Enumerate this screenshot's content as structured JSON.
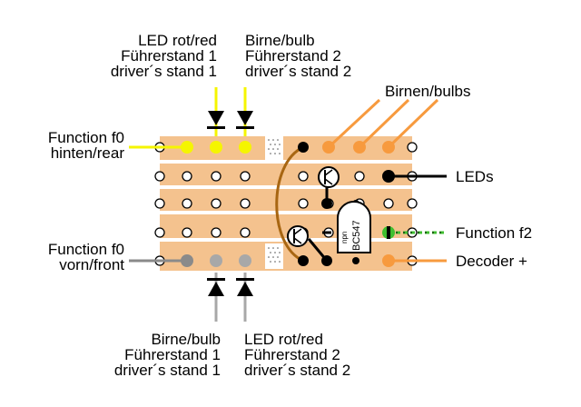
{
  "labels": {
    "led_rot_top": [
      "LED rot/red",
      "Führerstand 1",
      "driver´s stand 1"
    ],
    "birne_top": [
      "Birne/bulb",
      "Führerstand 2",
      "driver´s stand 2"
    ],
    "birnen_bulbs": "Birnen/bulbs",
    "function_f0_rear": [
      "Function f0",
      "hinten/rear"
    ],
    "leds": "LEDs",
    "function_f2": "Function f2",
    "function_f0_front": [
      "Function f0",
      "vorn/front"
    ],
    "decoder_plus": "Decoder +",
    "birne_bottom": [
      "Birne/bulb",
      "Führerstand 1",
      "driver´s stand 1"
    ],
    "led_rot_bottom": [
      "LED rot/red",
      "Führerstand 2",
      "driver´s stand 2"
    ],
    "transistor": [
      "npn",
      "BC547"
    ]
  },
  "colors": {
    "board": "#f4c28e",
    "gap": "#ffffff",
    "yellow": "#f5f500",
    "orange": "#f79a3e",
    "gray": "#a8a8a8",
    "dark_gray": "#8a8a8a",
    "green": "#3fbf2f",
    "brown": "#a86612",
    "black": "#000000"
  },
  "icons": [
    "diode-icon",
    "transistor-icon",
    "solder-dot-icon"
  ]
}
